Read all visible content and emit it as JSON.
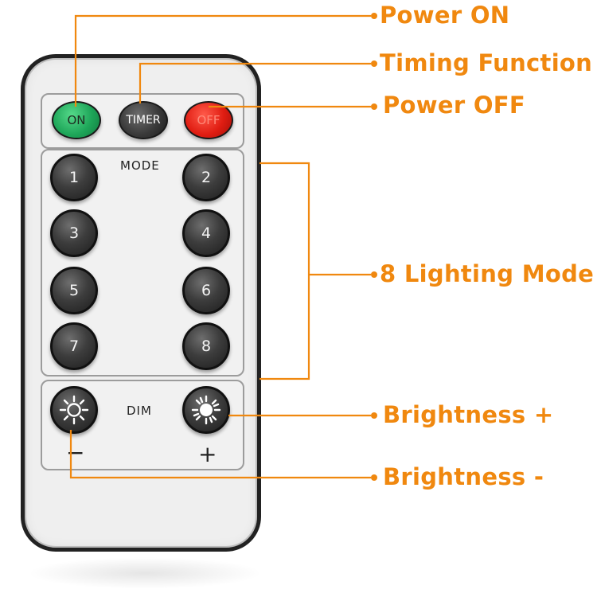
{
  "remote": {
    "top_buttons": [
      {
        "label": "ON",
        "color": "#1ea659"
      },
      {
        "label": "TIMER",
        "color": "#3a3a3a"
      },
      {
        "label": "OFF",
        "color": "#e01d12"
      }
    ],
    "mode_label": "MODE",
    "mode_buttons": [
      "1",
      "2",
      "3",
      "4",
      "5",
      "6",
      "7",
      "8"
    ],
    "dim_label": "DIM",
    "minus_sign": "−",
    "plus_sign": "+",
    "dim_down_icon": "sun-outline-icon",
    "dim_up_icon": "sun-filled-icon"
  },
  "callouts": {
    "power_on": "Power ON",
    "timing": "Timing Function",
    "power_off": "Power OFF",
    "lighting_mode": "8 Lighting Mode",
    "brightness_up": "Brightness +",
    "brightness_down": "Brightness -"
  },
  "colors": {
    "callout": "#f0880f",
    "body": "#efefef",
    "frame": "#222222"
  }
}
